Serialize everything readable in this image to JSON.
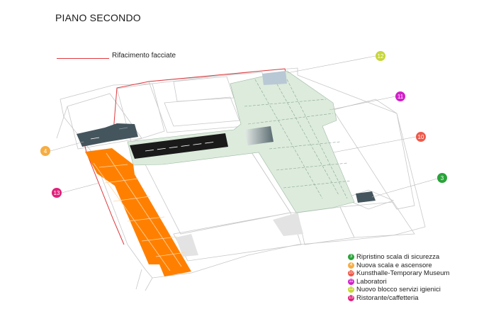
{
  "title": "PIANO SECONDO",
  "line_legend": {
    "label": "Rifacimento facciate",
    "color": "#e0393e"
  },
  "colors": {
    "orange": "#ff8000",
    "green_area": "#dcebdc",
    "dark_block": "#45555d",
    "black_bar": "#1a1a1a",
    "lines": "#c8c8c8"
  },
  "markers": [
    {
      "number": "12",
      "color": "#c7d63a"
    },
    {
      "number": "11",
      "color": "#d21fc9"
    },
    {
      "number": "10",
      "color": "#ee5a4a"
    },
    {
      "number": "3",
      "color": "#2aa33a"
    },
    {
      "number": "4",
      "color": "#f6ad42"
    },
    {
      "number": "13",
      "color": "#e0217c"
    }
  ],
  "legend": [
    {
      "number": "3",
      "label": "Ripristino scala di sicurezza",
      "color": "#2aa33a"
    },
    {
      "number": "4",
      "label": "Nuova scala e ascensore",
      "color": "#f6ad42"
    },
    {
      "number": "10",
      "label": "Kunsthalle-Temporary Museum",
      "color": "#ee5a4a"
    },
    {
      "number": "11",
      "label": "Laboratori",
      "color": "#d21fc9"
    },
    {
      "number": "12",
      "label": "Nuovo blocco servizi igienici",
      "color": "#c7d63a"
    },
    {
      "number": "13",
      "label": "Ristorante/caffetteria",
      "color": "#e0217c"
    }
  ]
}
